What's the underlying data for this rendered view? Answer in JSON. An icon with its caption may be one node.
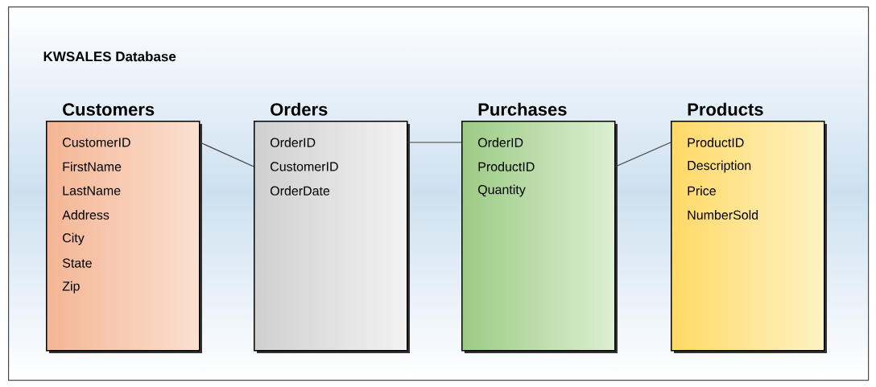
{
  "diagram": {
    "nodes": [
      {
        "text": [
          "KWSALES Database"
        ]
      },
      {
        "text": [
          "Customers",
          "CustomerID",
          "FirstName",
          "LastName",
          "Address",
          "City",
          "State",
          "Zip"
        ],
        "in": 0
      },
      {
        "text": [
          "Orders",
          "OrderID",
          "CustomerID",
          "OrderDate"
        ],
        "in": 0
      },
      {
        "text": [
          "Purchases",
          "OrderID",
          "ProductID",
          "Quantity"
        ],
        "in": 0
      },
      {
        "text": [
          "Products",
          "ProductID",
          "Description",
          "Price",
          "NumberSold"
        ],
        "in": 0
      }
    ],
    "edges": [
      {
        "from": 1,
        "to": 2,
        "arrow": "none"
      },
      {
        "from": 2,
        "to": 3,
        "arrow": "none"
      },
      {
        "from": 3,
        "to": 4,
        "arrow": "none"
      }
    ]
  }
}
